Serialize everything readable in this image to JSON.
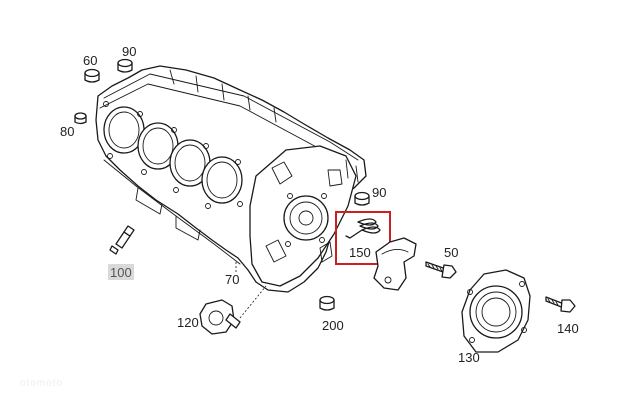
{
  "parts": {
    "p60": "60",
    "p90_top": "90",
    "p80": "80",
    "p90_right": "90",
    "p150": "150",
    "p50": "50",
    "p100": "100",
    "p70": "70",
    "p120": "120",
    "p200": "200",
    "p140": "140",
    "p130": "130"
  },
  "highlight": {
    "part": "150",
    "color": "#cc1f1f"
  },
  "label_box_color": "#d9d9d9",
  "watermark": "otomoto"
}
